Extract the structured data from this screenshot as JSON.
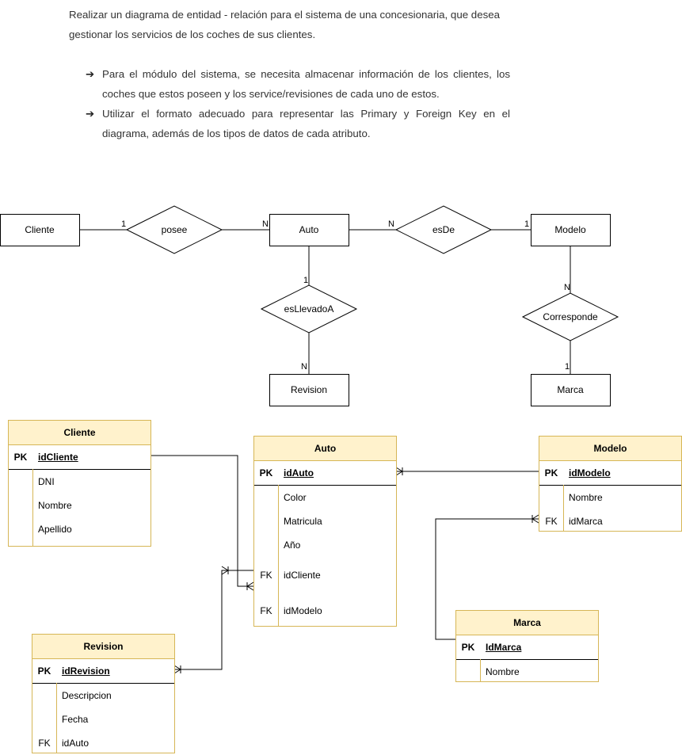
{
  "intro": {
    "line1": "Realizar un diagrama de entidad - relación para el sistema de una concesionaria, que desea",
    "line2": "gestionar los servicios de los coches de sus clientes."
  },
  "bullets": [
    "Para el módulo del sistema, se necesita almacenar información de los clientes, los coches que estos poseen y los service/revisiones de cada uno de estos.",
    "Utilizar el formato adecuado para representar las Primary y Foreign Key en el diagrama, además de los tipos de datos de cada atributo."
  ],
  "er": {
    "entities": {
      "cliente": "Cliente",
      "auto": "Auto",
      "modelo": "Modelo",
      "revision": "Revision",
      "marca": "Marca"
    },
    "relations": {
      "posee": "posee",
      "esde": "esDe",
      "esllevadoa": "esLlevadoA",
      "corresponde": "Corresponde"
    },
    "cardinalities": {
      "cliente_posee": "1",
      "posee_auto": "N",
      "auto_esde": "N",
      "esde_modelo": "1",
      "auto_esllevadoa": "1",
      "esllevadoa_revision": "N",
      "modelo_corresponde": "N",
      "corresponde_marca": "1"
    }
  },
  "tables": {
    "cliente": {
      "title": "Cliente",
      "pk_key": "PK",
      "pk_field": "idCliente",
      "fields": [
        {
          "key": "",
          "name": "DNI"
        },
        {
          "key": "",
          "name": "Nombre"
        },
        {
          "key": "",
          "name": "Apellido"
        }
      ]
    },
    "auto": {
      "title": "Auto",
      "pk_key": "PK",
      "pk_field": "idAuto",
      "fields": [
        {
          "key": "",
          "name": "Color"
        },
        {
          "key": "",
          "name": "Matricula"
        },
        {
          "key": "",
          "name": "Año"
        },
        {
          "key": "FK",
          "name": "idCliente"
        },
        {
          "key": "FK",
          "name": "idModelo"
        }
      ]
    },
    "modelo": {
      "title": "Modelo",
      "pk_key": "PK",
      "pk_field": "idModelo",
      "fields": [
        {
          "key": "",
          "name": "Nombre"
        },
        {
          "key": "FK",
          "name": "idMarca"
        }
      ]
    },
    "revision": {
      "title": "Revision",
      "pk_key": "PK",
      "pk_field": "idRevision",
      "fields": [
        {
          "key": "",
          "name": "Descripcion"
        },
        {
          "key": "",
          "name": "Fecha"
        },
        {
          "key": "FK",
          "name": "idAuto"
        }
      ]
    },
    "marca": {
      "title": "Marca",
      "pk_key": "PK",
      "pk_field": "IdMarca",
      "fields": [
        {
          "key": "",
          "name": "Nombre"
        }
      ]
    }
  },
  "colors": {
    "table_header_fill": "#fff2cc",
    "table_border": "#d6b656",
    "text": "#333333"
  }
}
